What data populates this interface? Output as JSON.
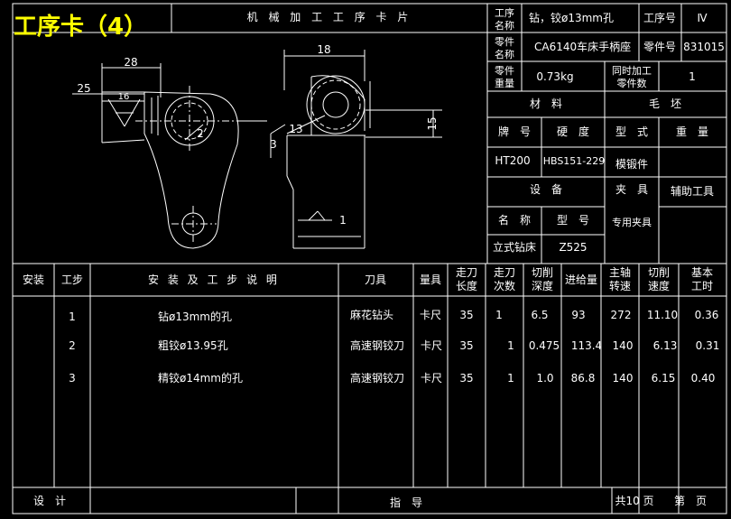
{
  "card_title": "工序卡（4）",
  "header": {
    "center_title": "机 械 加 工 工 序 卡 片",
    "process_name_label": "工序\n名称",
    "process_name_value": "钻，铰ø13mm孔",
    "process_no_label": "工序号",
    "process_no_value": "Ⅳ",
    "part_name_label": "零件\n名称",
    "part_name_value": "CA6140车床手柄座",
    "part_no_label": "零件号",
    "part_no_value": "831015",
    "part_weight_label": "零件\n重量",
    "part_weight_value": "0.73kg",
    "batch_label": "同时加工\n零件数",
    "batch_value": "1",
    "material_label": "材　料",
    "blank_label": "毛　坯",
    "grade_label": "牌　号",
    "hardness_label": "硬　度",
    "type_label": "型　式",
    "weight_label": "重　量",
    "grade_value": "HT200",
    "hardness_value": "HBS151-229",
    "type_value": "模锻件",
    "equipment_label": "设　备",
    "fixture_label": "夹　具",
    "aux_tool_label": "辅助工具",
    "eq_name_label": "名　称",
    "eq_model_label": "型　号",
    "fixture_value": "专用夹具",
    "eq_name_value": "立式钻床",
    "eq_model_value": "Z525"
  },
  "drawing": {
    "dims": [
      "28",
      "25",
      "16",
      "2",
      "18",
      "13",
      "15",
      "3",
      "1"
    ]
  },
  "steps_table": {
    "headers": [
      "安装",
      "工步",
      "安 装 及 工 步 说 明",
      "刀具",
      "量具",
      "走刀\n长度",
      "走刀\n次数",
      "切削\n深度",
      "进给量",
      "主轴\n转速",
      "切削\n速度",
      "基本\n工时"
    ],
    "rows": [
      [
        "",
        "1",
        "钻ø13mm的孔",
        "麻花钻头",
        "卡尺",
        "35",
        "1",
        "6.5",
        "93",
        "272",
        "11.10",
        "0.36"
      ],
      [
        "",
        "2",
        "粗铰ø13.95孔",
        "高速钢铰刀",
        "卡尺",
        "35",
        "1",
        "0.475",
        "113.4",
        "140",
        "6.13",
        "0.31"
      ],
      [
        "",
        "3",
        "精铰ø14mm的孔",
        "高速钢铰刀",
        "卡尺",
        "35",
        "1",
        "1.0",
        "86.8",
        "140",
        "6.15",
        "0.40"
      ]
    ]
  },
  "footer": {
    "design_label": "设　计",
    "guide_label": "指　导",
    "total_pages": "共10 页",
    "page_label": "第　页"
  },
  "colors": {
    "background": "#000000",
    "lines": "#ffffff",
    "title": "#ffff00"
  }
}
